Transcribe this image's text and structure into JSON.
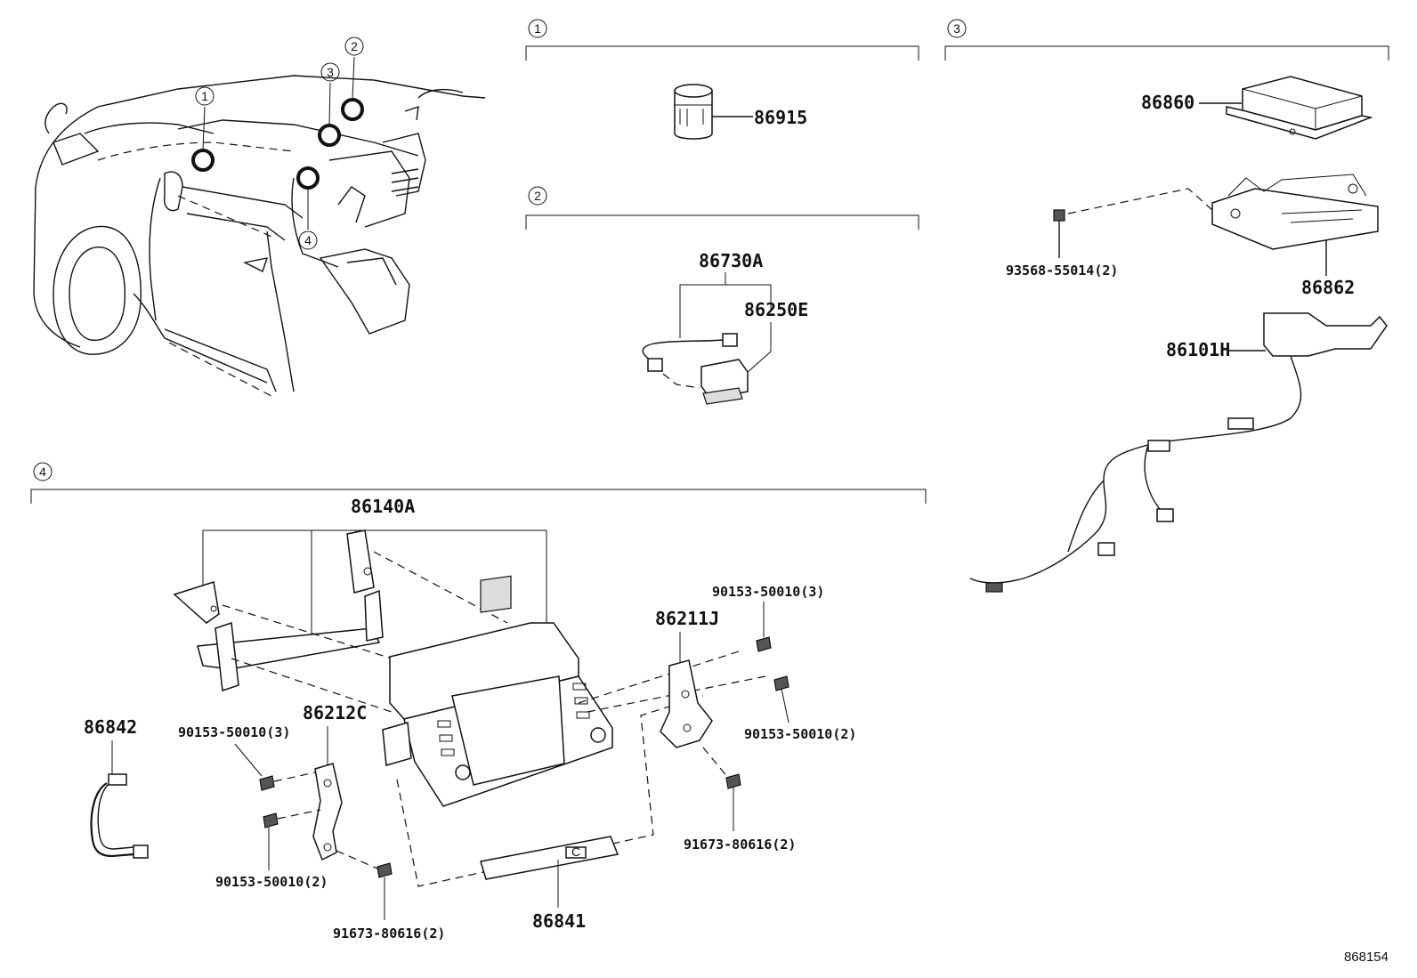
{
  "sections": [
    {
      "index": "1",
      "parts": [
        "86915"
      ]
    },
    {
      "index": "2",
      "parts": [
        "86730A",
        "86250E"
      ]
    },
    {
      "index": "3",
      "parts": [
        "86860",
        "93568-55014(2)",
        "86862",
        "86101H"
      ]
    },
    {
      "index": "4",
      "parts": [
        "86140A",
        "86211J",
        "86212C",
        "86842",
        "86841"
      ]
    }
  ],
  "locator": {
    "callouts": [
      "1",
      "2",
      "3",
      "4"
    ]
  },
  "labels": {
    "p86915": "86915",
    "p86730A": "86730A",
    "p86250E": "86250E",
    "p86860": "86860",
    "p93568": "93568-55014(2)",
    "p86862": "86862",
    "p86101H": "86101H",
    "p86140A": "86140A",
    "p86211J": "86211J",
    "p86212C": "86212C",
    "p86842": "86842",
    "p86841": "86841",
    "bolt_a": "90153-50010(3)",
    "bolt_b": "90153-50010(2)",
    "bolt_c": "90153-50010(3)",
    "bolt_d": "90153-50010(2)",
    "screw_a": "91673-80616(2)",
    "screw_b": "91673-80616(2)"
  },
  "footer": {
    "reference_id": "868154"
  }
}
